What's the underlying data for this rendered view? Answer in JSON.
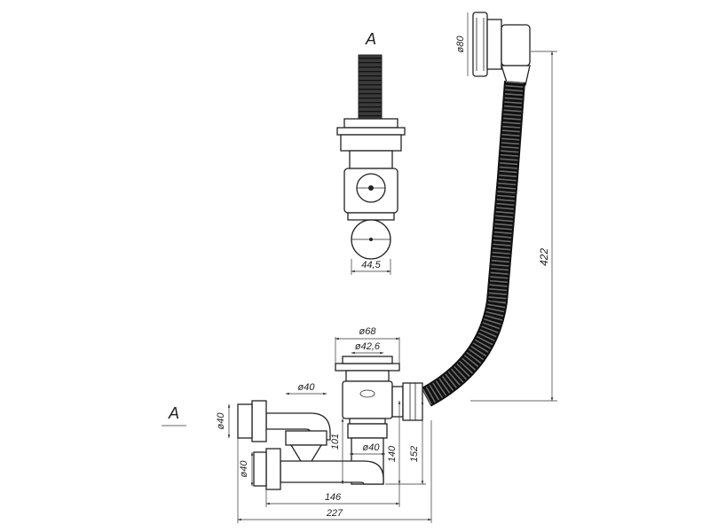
{
  "diagram": {
    "view_label_detail": "A",
    "view_label_main": "A",
    "dimensions": {
      "d80": "ø80",
      "d68": "ø68",
      "d42_6": "ø42,6",
      "w44_5": "44,5",
      "h422": "422",
      "d40_top": "ø40",
      "d40_left_upper": "ø40",
      "d40_left_lower": "ø40",
      "d40_right": "ø40",
      "h101": "101",
      "h140": "140",
      "h152": "152",
      "w146": "146",
      "w227": "227"
    },
    "colors": {
      "line": "#222222",
      "hose": "#2a2a2a",
      "background": "#ffffff"
    }
  }
}
